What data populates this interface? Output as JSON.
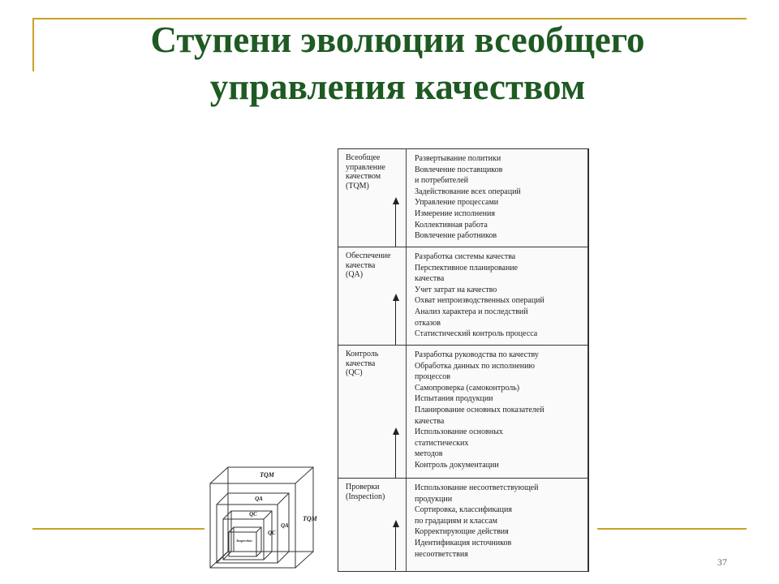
{
  "title": {
    "line1": "Ступени эволюции всеобщего",
    "line2": "управления качеством"
  },
  "stages": [
    {
      "name": "Всеобщее управление качеством (TQM)",
      "name_lines": [
        "Всеобщее",
        "управление",
        "качеством",
        "(TQM)"
      ],
      "items": [
        "Развертывание политики",
        "Вовлечение поставщиков",
        "и потребителей",
        "Задействование всех операций",
        "Управление процессами",
        "Измерение исполнения",
        "Коллективная работа",
        "Вовлечение работников"
      ]
    },
    {
      "name": "Обеспечение качества (QA)",
      "name_lines": [
        "Обеспечение",
        "качества",
        "(QA)"
      ],
      "items": [
        "Разработка системы качества",
        "Перспективное планирование",
        "качества",
        "Учет затрат на качество",
        "Охват непроизводственных операций",
        "Анализ характера и последствий",
        "отказов",
        "Статистический контроль процесса"
      ]
    },
    {
      "name": "Контроль качества (QC)",
      "name_lines": [
        "Контроль",
        "качества",
        "(QC)"
      ],
      "items": [
        "Разработка руководства по качеству",
        "Обработка данных по исполнению",
        "процессов",
        "Самопроверка (самоконтроль)",
        "Испытания продукции",
        "Планирование основных показателей",
        "качества",
        "Использование основных",
        "статистических",
        "методов",
        "Контроль документации"
      ]
    },
    {
      "name": "Проверки (Inspection)",
      "name_lines": [
        "Проверки",
        "(Inspection)"
      ],
      "items": [
        "Использование несоответствующей",
        "продукции",
        "Сортировка, классификация",
        "по градациям и классам",
        "Корректирующие действия",
        "Идентификация источников",
        "несоответствия"
      ]
    }
  ],
  "cube_labels": {
    "tqm_top": "TQM",
    "tqm_side": "TQM",
    "qa_top": "QA",
    "qa_side": "QA",
    "qc_top": "QC",
    "qc_side": "QC",
    "inspection": "Inspection"
  },
  "page_number": "37",
  "colors": {
    "title": "#1e5a22",
    "accent_lines": "#c9a227"
  }
}
